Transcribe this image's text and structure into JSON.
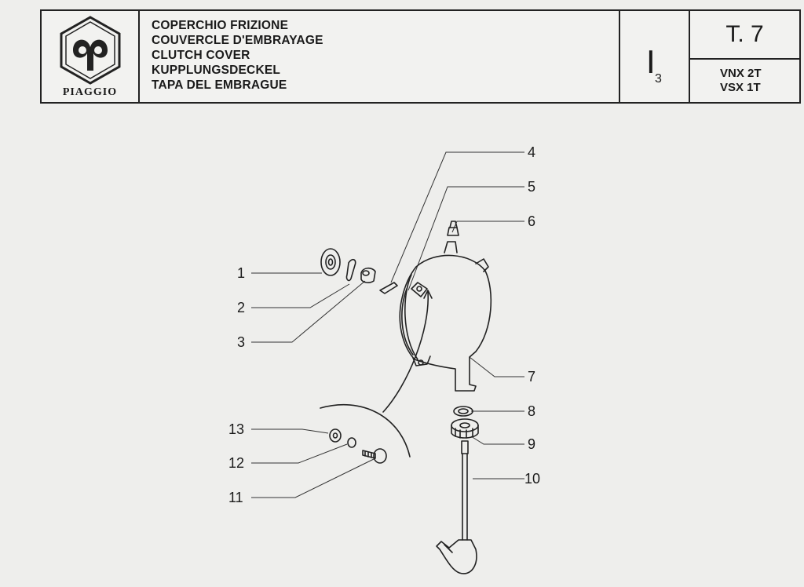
{
  "header": {
    "brand": "PIAGGIO",
    "titles": [
      "COPERCHIO FRIZIONE",
      "COUVERCLE D'EMBRAYAGE",
      "CLUTCH COVER",
      "KUPPLUNGSDECKEL",
      "TAPA DEL EMBRAGUE"
    ],
    "section_main": "I",
    "section_sub": "3",
    "table_code": "T. 7",
    "models": [
      "VNX 2T",
      "VSX 1T"
    ]
  },
  "callouts": [
    "1",
    "2",
    "3",
    "4",
    "5",
    "6",
    "7",
    "8",
    "9",
    "10",
    "11",
    "12",
    "13"
  ]
}
